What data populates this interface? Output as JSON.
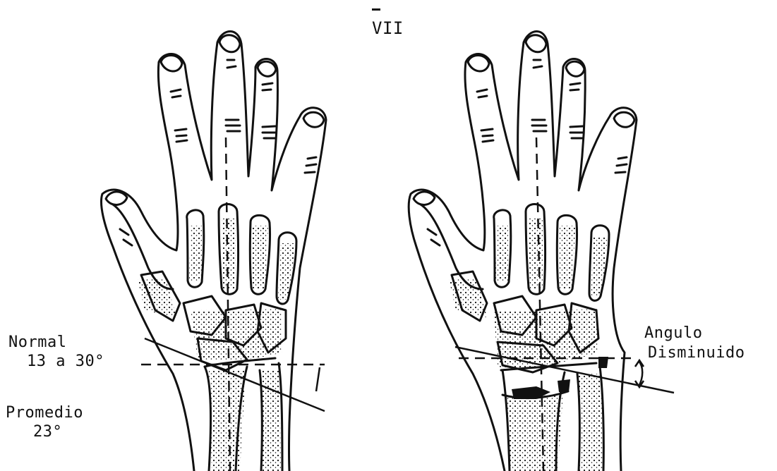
{
  "figure": {
    "page_marker": "VII",
    "left_panel": {
      "label_normal_line1": "Normal",
      "label_normal_line2": "13 a 30°",
      "label_average_line1": "Promedio",
      "label_average_line2": "23°"
    },
    "right_panel": {
      "label_angle_line1": "Angulo",
      "label_angle_line2": "Disminuido"
    },
    "ink_color": "#111111",
    "paper_color": "#ffffff"
  }
}
